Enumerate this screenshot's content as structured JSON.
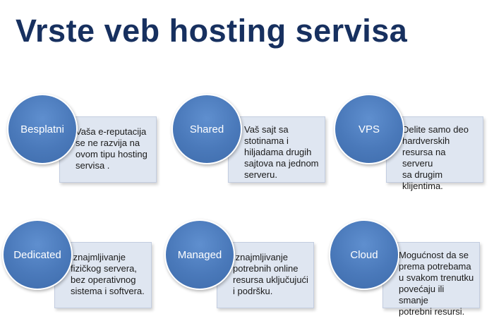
{
  "title": "Vrste veb hosting servisa",
  "items": [
    {
      "label": "Besplatni",
      "lines": [
        "Vaša e-reputacija",
        "se ne razvija na",
        "ovom tipu hosting",
        "servisa ."
      ]
    },
    {
      "label": "Shared",
      "lines": [
        "Vaš sajt sa",
        "stotinama i",
        "hiljadama drugih",
        "sajtova na jednom",
        "serveru."
      ]
    },
    {
      "label": "VPS",
      "lines": [
        "Delite samo deo",
        "hardverskih",
        "resursa na serveru",
        "sa drugim",
        "klijentima."
      ]
    },
    {
      "label": "Dedicated",
      "lines": [
        "Iznajmljivanje",
        "fizičkog servera,",
        "bez operativnog",
        "sistema i softvera."
      ]
    },
    {
      "label": "Managed",
      "lines": [
        "Iznajmljivanje",
        "potrebnih online",
        "resursa  uključujući",
        "i podršku."
      ]
    },
    {
      "label": "Cloud",
      "lines": [
        "Mogućnost da se",
        "prema potrebama",
        "u svakom trenutku",
        "povećaju ili smanje",
        "potrebni resursi."
      ]
    }
  ],
  "colors": {
    "title": "#17305f",
    "circle": "#4a79ba",
    "box": "#dfe6f1"
  }
}
